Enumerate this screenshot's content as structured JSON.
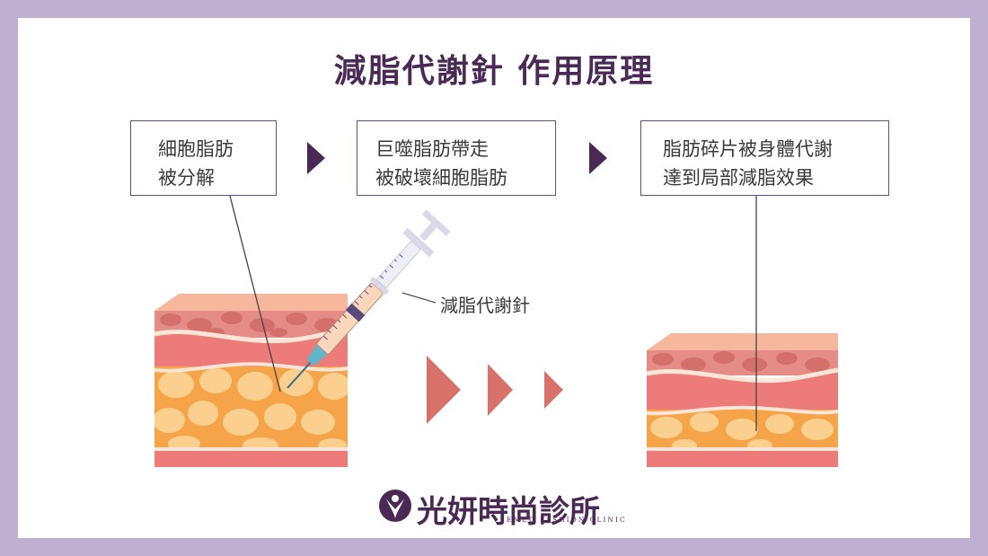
{
  "title": "減脂代謝針 作用原理",
  "steps": [
    {
      "lines": [
        "細胞脂肪",
        "被分解"
      ]
    },
    {
      "lines": [
        "巨噬脂肪帶走",
        "被破壞細胞脂肪"
      ]
    },
    {
      "lines": [
        "脂肪碎片被身體代謝",
        "達到局部減脂效果"
      ]
    }
  ],
  "syringe_label": "減脂代謝針",
  "logo": {
    "brand": "光妍時尚診所",
    "sub": "EMED FASHION CLINIC"
  },
  "colors": {
    "frame": "#bfb0d2",
    "accent": "#4a2a55",
    "skin_top": "#f4a98c",
    "dermis": "#e98a86",
    "fat": "#f6a445",
    "fat_cell": "#fbcf8d",
    "arrow": "#d9716b"
  }
}
